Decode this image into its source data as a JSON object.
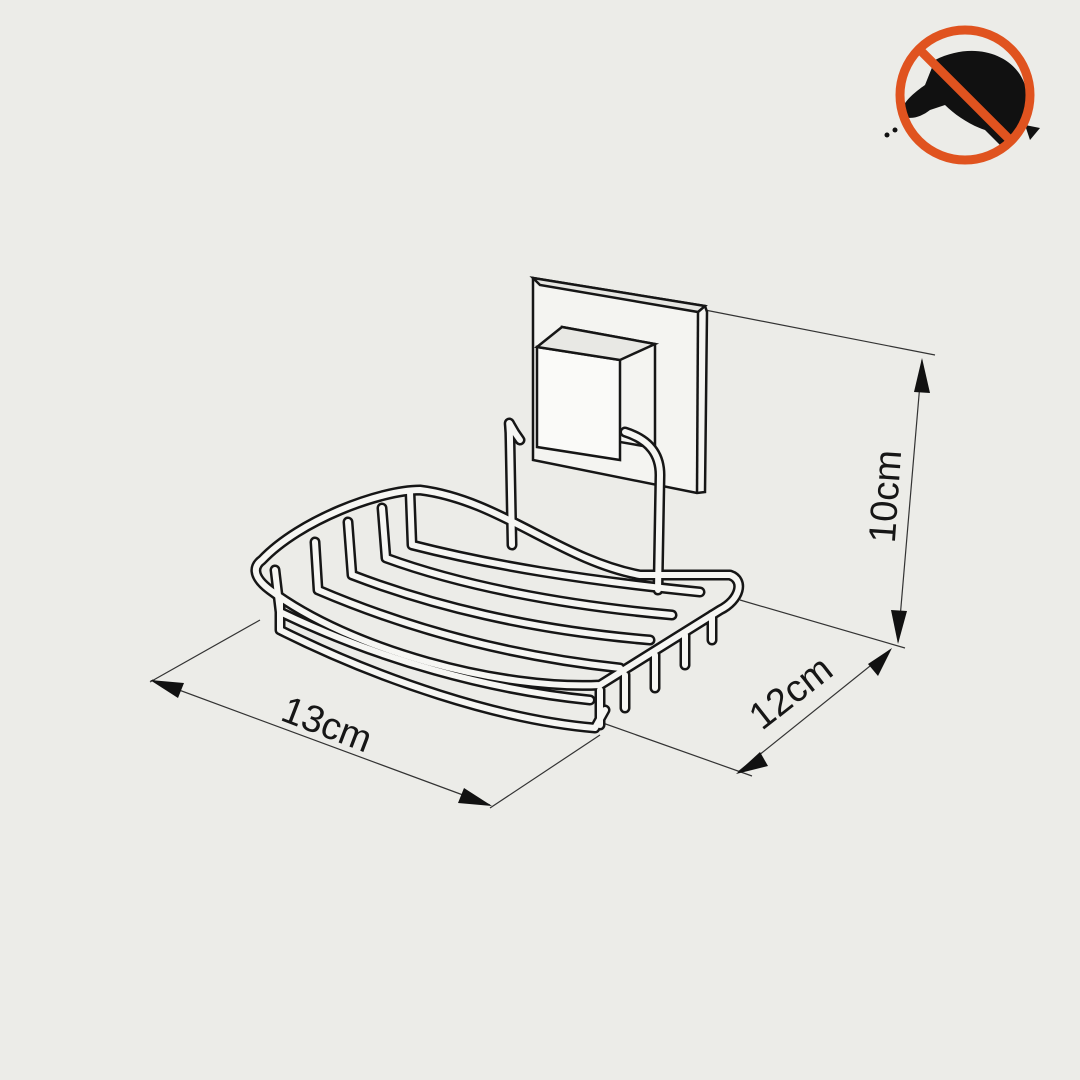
{
  "dimensions": {
    "height": "10cm",
    "depth": "12cm",
    "width": "13cm"
  },
  "badge": {
    "icon": "no-drilling-icon",
    "ring_color": "#e0531f"
  },
  "colors": {
    "background": "#ecece8",
    "line": "#161616"
  }
}
